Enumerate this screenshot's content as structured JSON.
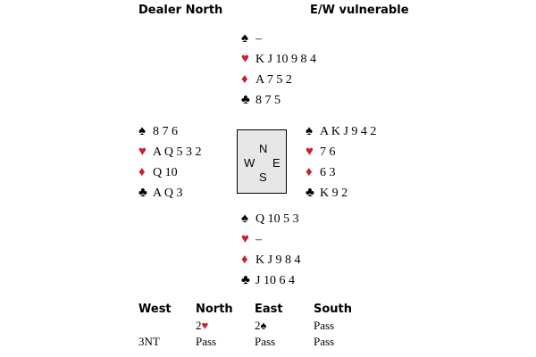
{
  "header": {
    "dealer": "Dealer North",
    "vulnerability": "E/W vulnerable"
  },
  "suits": {
    "spade": {
      "symbol": "♠",
      "color": "#000000"
    },
    "heart": {
      "symbol": "♥",
      "color": "#cc1f2a"
    },
    "diamond": {
      "symbol": "♦",
      "color": "#cc1f2a"
    },
    "club": {
      "symbol": "♣",
      "color": "#000000"
    }
  },
  "hands": {
    "north": {
      "spades": "–",
      "hearts": "K J 10 9 8 4",
      "diamonds": "A 7 5 2",
      "clubs": "8 7 5"
    },
    "west": {
      "spades": "8 7 6",
      "hearts": "A Q 5 3 2",
      "diamonds": "Q 10",
      "clubs": "A Q 3"
    },
    "east": {
      "spades": "A K J 9 4 2",
      "hearts": "7 6",
      "diamonds": "6 3",
      "clubs": "K 9 2"
    },
    "south": {
      "spades": "Q 10 5 3",
      "hearts": "–",
      "diamonds": "K J 9 8 4",
      "clubs": "J 10 6 4"
    }
  },
  "compass": {
    "n": "N",
    "w": "W",
    "e": "E",
    "s": "S"
  },
  "auction": {
    "headers": [
      "West",
      "North",
      "East",
      "South"
    ],
    "row1": {
      "north_level": "2",
      "east_level": "2",
      "south": "Pass"
    },
    "row2": {
      "west": "3NT",
      "north": "Pass",
      "east": "Pass",
      "south": "Pass"
    }
  }
}
